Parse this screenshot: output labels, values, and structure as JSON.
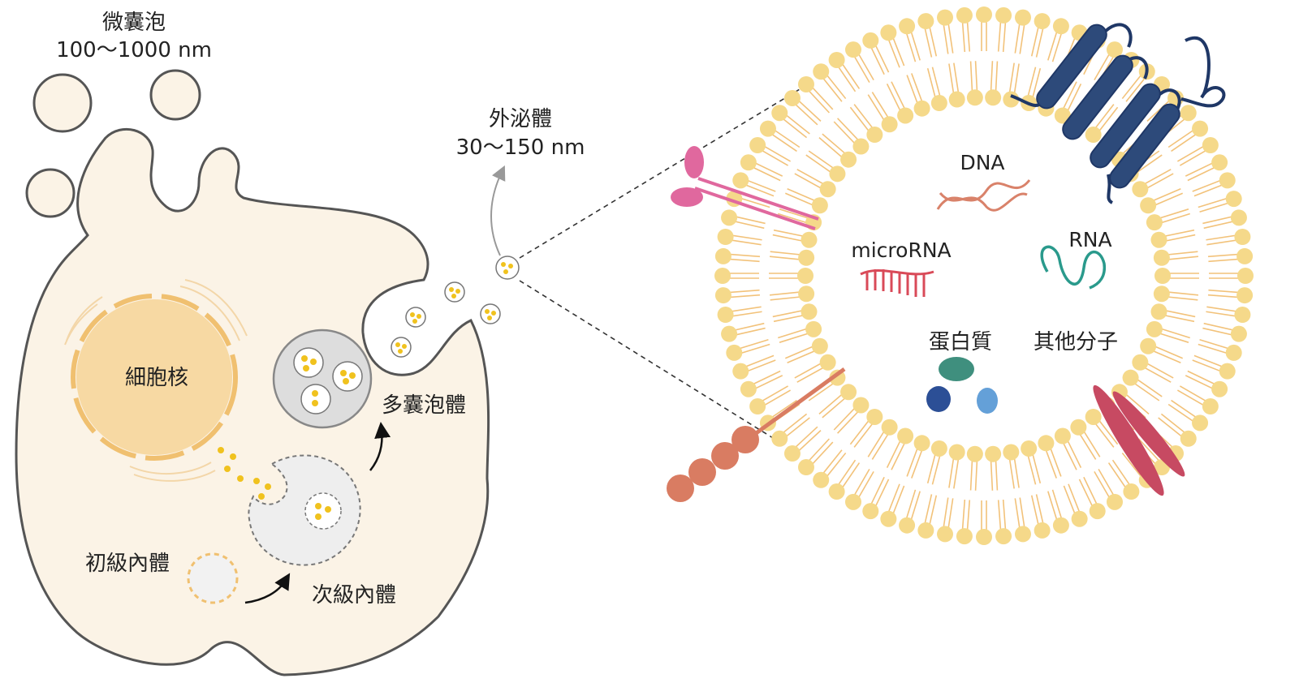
{
  "labels": {
    "microvesicle_title": "微囊泡",
    "microvesicle_size": "100～1000 nm",
    "exosome_title": "外泌體",
    "exosome_size": "30～150 nm",
    "nucleus": "細胞核",
    "multivesicular_body": "多囊泡體",
    "early_endosome": "初級內體",
    "late_endosome": "次級內體",
    "dna": "DNA",
    "microrna": "microRNA",
    "rna": "RNA",
    "protein": "蛋白質",
    "other_molecules": "其他分子"
  },
  "colors": {
    "cell_fill": "#fbf3e6",
    "cell_stroke": "#555555",
    "nucleus": "#f7d9a3",
    "nucleus_stroke": "#f0c070",
    "lipid_head": "#f5d98a",
    "lipid_tail": "#f2c27a",
    "cargo_dot": "#f0c21e",
    "receptor_blue": "#2d4a7a",
    "receptor_blue_stroke": "#1f3766",
    "pink_protein": "#e0689e",
    "salmon_protein": "#d97c62",
    "crimson_protein": "#c74a62",
    "dna": "#d9826a",
    "microrna": "#d94a58",
    "rna": "#2a9a8c",
    "protein_teal": "#3f8f7e",
    "protein_navy": "#2c4f96",
    "protein_lightblue": "#64a0d8"
  }
}
